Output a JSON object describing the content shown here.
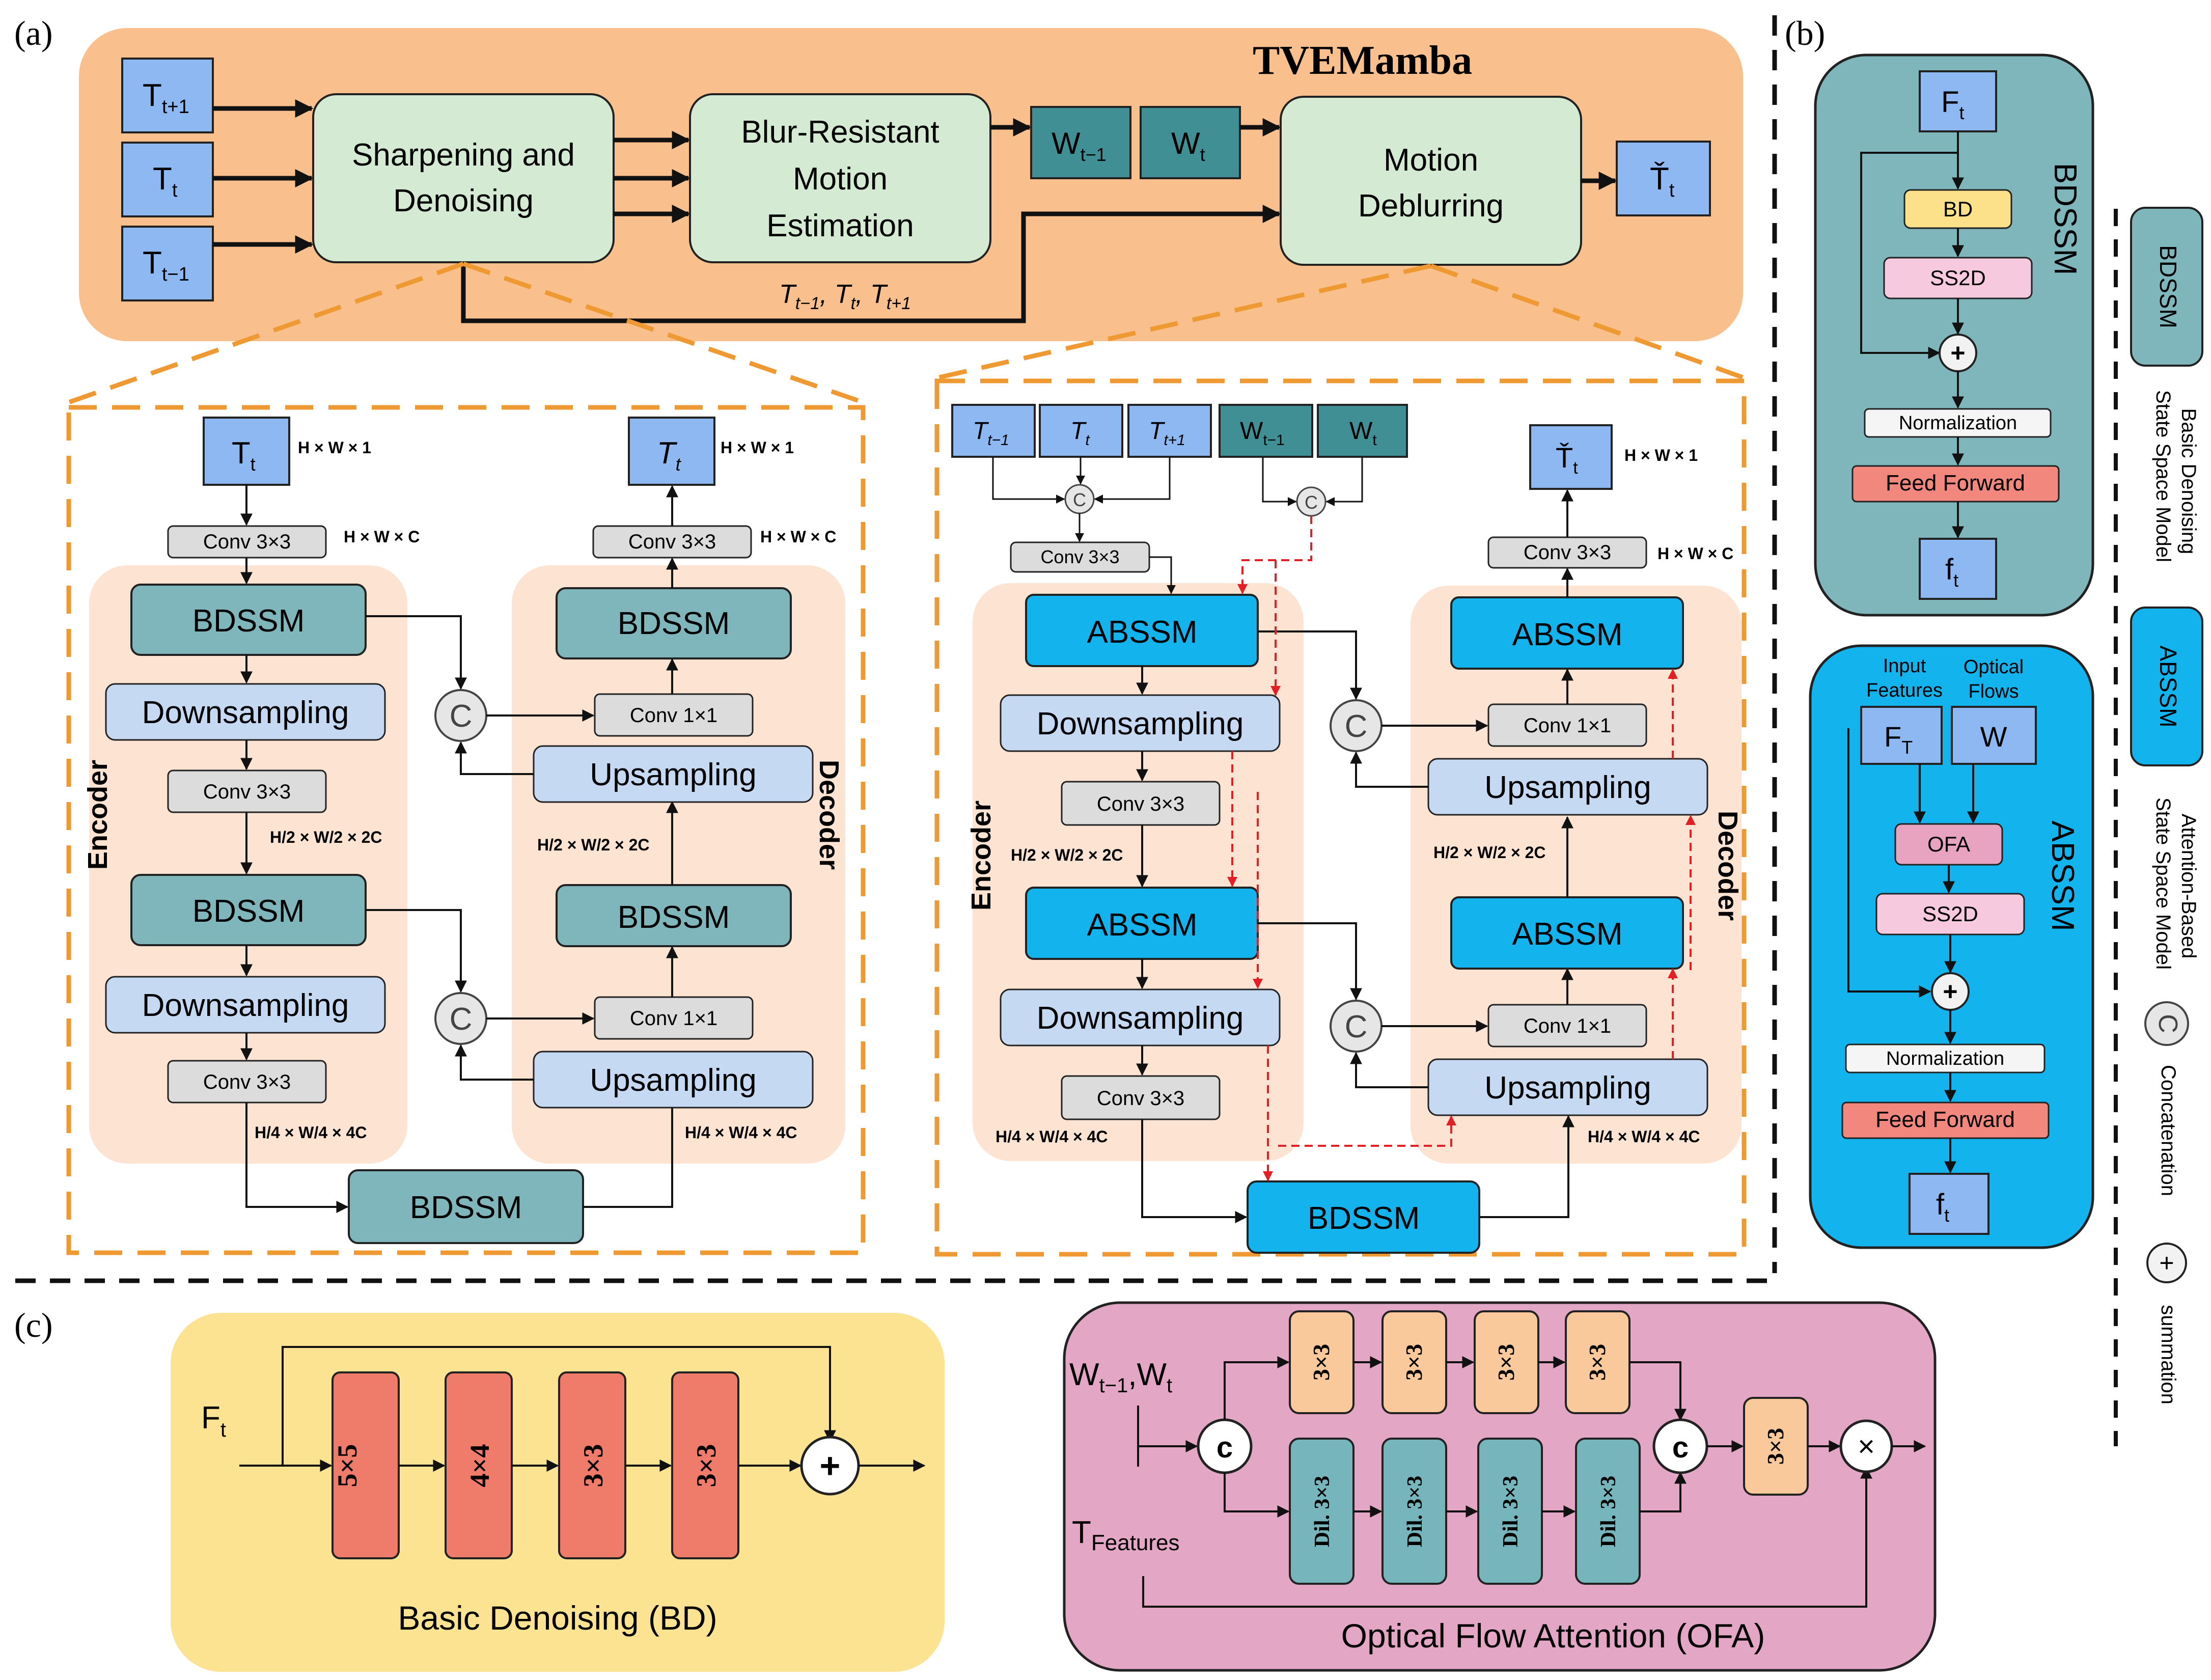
{
  "panels": {
    "a": "(a)",
    "b": "(b)",
    "c": "(c)"
  },
  "a": {
    "title": "TVEMamba",
    "inputs": {
      "t_plus": "T",
      "t_plus_sub": "t+1",
      "t": "T",
      "t_sub": "t",
      "t_minus": "T",
      "t_minus_sub": "t−1"
    },
    "sharpen": [
      "Sharpening and",
      "Denoising"
    ],
    "blur": [
      "Blur-Resistant",
      "Motion",
      "Estimation"
    ],
    "w_prev": "W",
    "w_prev_sub": "t−1",
    "w_cur": "W",
    "w_cur_sub": "t",
    "motion": [
      "Motion",
      "Deblurring"
    ],
    "out": "Ť",
    "out_sub": "t",
    "frames_label": "T",
    "frames_sub1": "t−1",
    "frames_sub2": "t",
    "frames_sub3": "t+1"
  },
  "left": {
    "input": "T",
    "input_sub": "t",
    "output": "T",
    "output_sub": "t",
    "dim_hw1": "H × W × 1",
    "dim_hwc": "H × W × C",
    "dim_h2": "H/2 × W/2 × 2C",
    "dim_h4": "H/4 × W/4 × 4C",
    "conv3": "Conv 3×3",
    "conv1": "Conv 1×1",
    "bdssm": "BDSSM",
    "down": "Downsampling",
    "up": "Upsampling",
    "encoder": "Encoder",
    "decoder": "Decoder",
    "concat": "C"
  },
  "right": {
    "in1": "T",
    "in1_sub": "t−1",
    "in2": "T",
    "in2_sub": "t",
    "in3": "T",
    "in3_sub": "t+1",
    "w1": "W",
    "w1_sub": "t−1",
    "w2": "W",
    "w2_sub": "t",
    "output": "Ť",
    "output_sub": "t",
    "dim_hw1": "H × W × 1",
    "dim_hwc": "H × W × C",
    "dim_h2": "H/2 × W/2 × 2C",
    "dim_h4": "H/4 × W/4 × 4C",
    "conv3": "Conv 3×3",
    "conv1": "Conv 1×1",
    "abssm": "ABSSM",
    "bdssm": "BDSSM",
    "down": "Downsampling",
    "up": "Upsampling",
    "encoder": "Encoder",
    "decoder": "Decoder",
    "concat": "C"
  },
  "b": {
    "bd_title": "BDSSM",
    "f_in": "F",
    "f_in_sub": "t",
    "bd": "BD",
    "ss2d": "SS2D",
    "norm": "Normalization",
    "ff": "Feed Forward",
    "f_out": "f",
    "f_out_sub": "t",
    "ab_title": "ABSSM",
    "input_features": [
      "Input",
      "Features"
    ],
    "optical_flows": [
      "Optical",
      "Flows"
    ],
    "ft": "F",
    "ft_sub": "T",
    "w": "W",
    "ofa": "OFA",
    "plus": "+"
  },
  "legend": {
    "bdssm_box": "BDSSM",
    "bdssm_desc": [
      "Basic Denoising",
      "State Space Model"
    ],
    "abssm_box": "ABSSM",
    "abssm_desc": [
      "Attention-Based",
      "State Space Model"
    ],
    "concat_symbol": "C",
    "concat_desc": "Concatenation",
    "sum_symbol": "+",
    "sum_desc": "summation"
  },
  "c": {
    "bd_input": "F",
    "bd_input_sub": "t",
    "bd_k1": "5×5",
    "bd_k2": "4×4",
    "bd_k3": "3×3",
    "bd_k4": "3×3",
    "bd_caption": "Basic Denoising (BD)",
    "ofa_w": "W",
    "ofa_w_sub": "t−1",
    "ofa_w2": ",W",
    "ofa_w2_sub": "t",
    "ofa_t": "T",
    "ofa_t_sub": "Features",
    "k33": "3×3",
    "dil": "Dil. 3×3",
    "c_symbol": "c",
    "mult": "×",
    "ofa_caption": "Optical Flow Attention (OFA)"
  },
  "colors": {
    "orange_bg": "#F9C08E",
    "green_box": "#D5EAD2",
    "blue_input": "#8DB8F2",
    "teal_w": "#3F8F95",
    "teal_bdssm": "#7FB6BC",
    "cyan_abssm": "#13B3EE",
    "light_blue": "#C5D9F3",
    "grey": "#DCDCDC",
    "peach": "#FCE3D2",
    "yellow_bg": "#FCE392",
    "pink_bg": "#E4A6C5",
    "red_k": "#EF7B6B",
    "teal_dil": "#77B5BD",
    "peach_k": "#F9C99C",
    "dashed_orange": "#EE9932",
    "red_dash": "#E31E24"
  }
}
